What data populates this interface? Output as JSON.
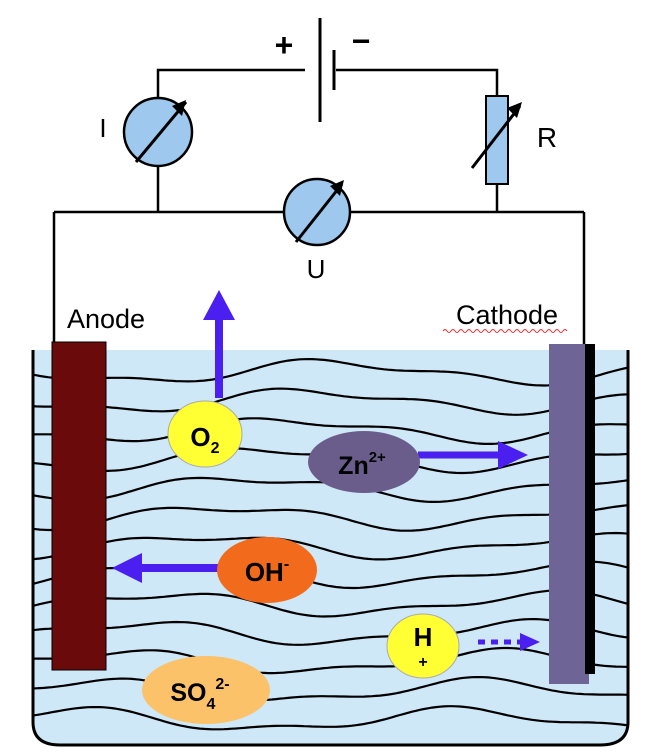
{
  "circuit": {
    "battery_plus": "+",
    "battery_minus": "−",
    "ammeter_label": "I",
    "resistor_label": "R",
    "voltmeter_label": "U"
  },
  "electrodes": {
    "anode_label": "Anode",
    "cathode_label": "Cathode"
  },
  "ions": {
    "o2": {
      "base": "O",
      "sub": "2",
      "sup": "",
      "color": "#ffff33"
    },
    "zn": {
      "base": "Zn",
      "sub": "",
      "sup": "2+",
      "color": "#6a5d8c"
    },
    "oh": {
      "base": "OH",
      "sub": "",
      "sup": "-",
      "color": "#f26a1b"
    },
    "h": {
      "base": "H",
      "sub": "",
      "sup": "+",
      "color": "#ffff33"
    },
    "so4": {
      "base": "SO",
      "sub": "4",
      "sup": "2-",
      "color": "#fbc26a"
    }
  },
  "colors": {
    "electrolyte": "#cfe8f8",
    "meter": "#9fc8ee",
    "anode": "#6b0a0a",
    "cathode": "#6e6596",
    "arrow": "#4b1ff0"
  }
}
